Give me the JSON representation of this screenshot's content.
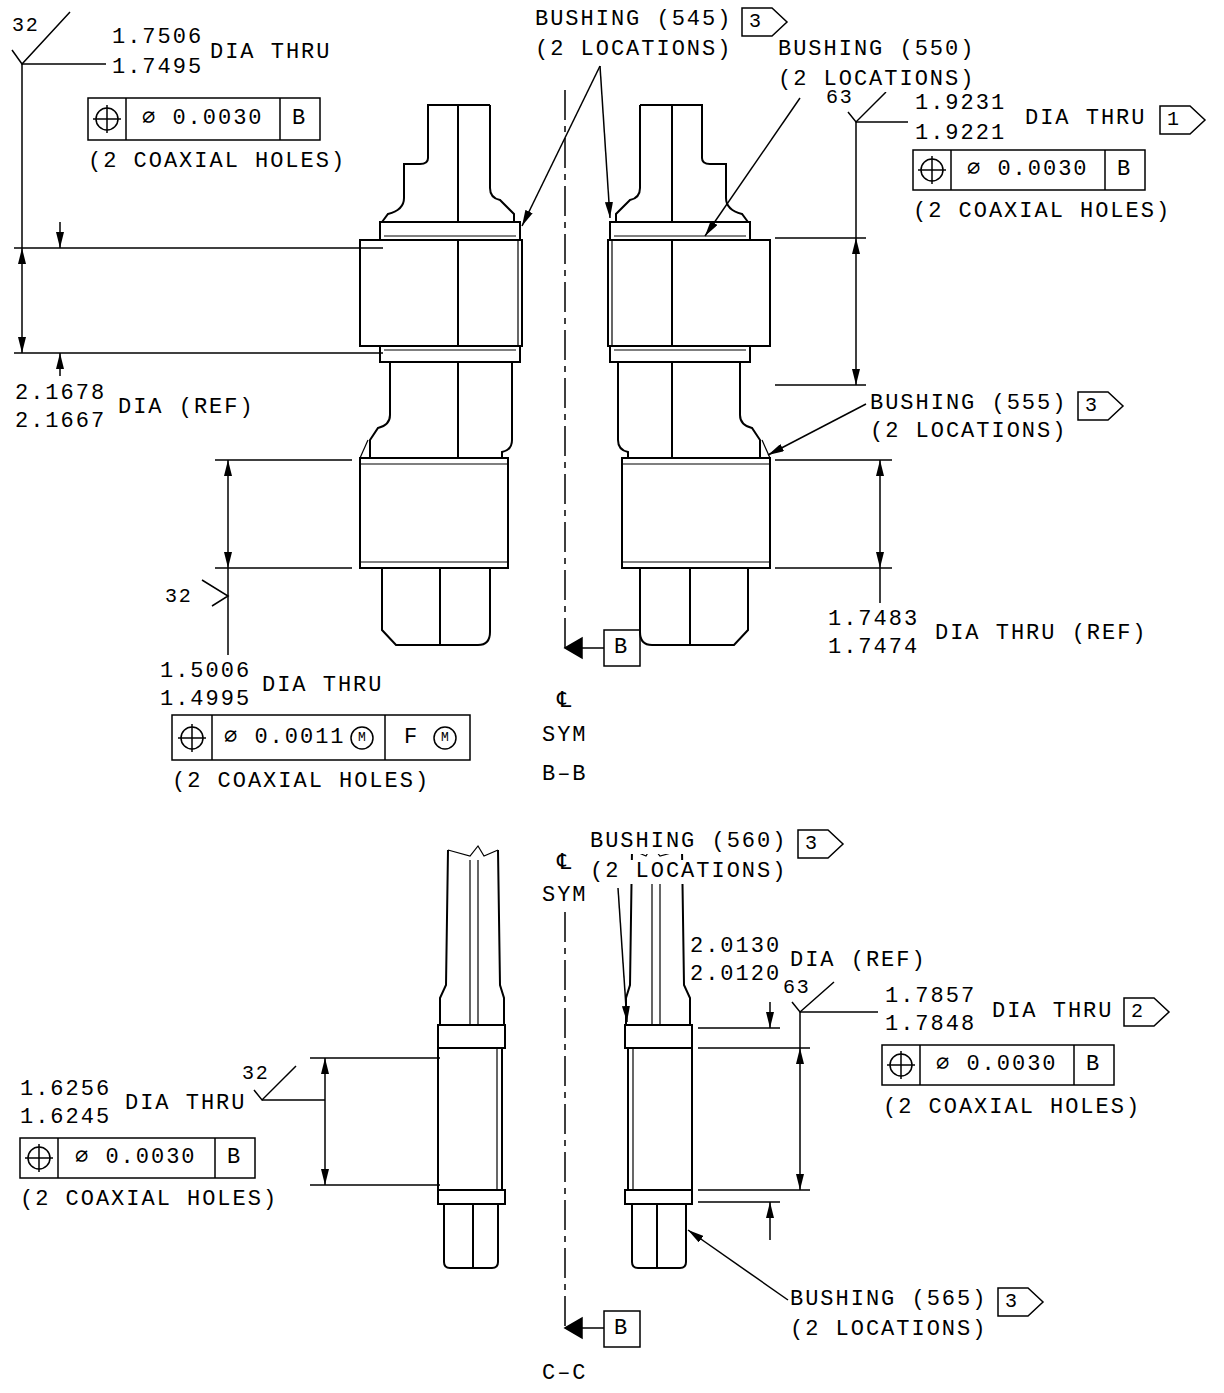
{
  "diagram": {
    "labels": [
      "32",
      "1.7506",
      "1.7495",
      "DIA THRU",
      "∅ 0.0030",
      "B",
      "(2 COAXIAL HOLES)",
      "BUSHING (545)",
      "3",
      "(2 LOCATIONS)",
      "BUSHING (550)",
      "(2 LOCATIONS)",
      "63",
      "1.9231",
      "1.9221",
      "DIA THRU",
      "1",
      "∅ 0.0030",
      "B",
      "(2 COAXIAL HOLES)",
      "2.1678",
      "2.1667",
      "DIA (REF)",
      "BUSHING (555)",
      "3",
      "(2 LOCATIONS)",
      "32",
      "1.5006",
      "1.4995",
      "DIA THRU",
      "∅ 0.0011",
      "M",
      "F",
      "M",
      "(2 COAXIAL HOLES)",
      "1.7483",
      "1.7474",
      "DIA THRU (REF)",
      "B",
      "℄",
      "SYM",
      "B–B",
      "BUSHING (560)",
      "3",
      "(2 LOCATIONS)",
      "℄",
      "SYM",
      "2.0130",
      "2.0120",
      "DIA (REF)",
      "63",
      "1.7857",
      "1.7848",
      "DIA THRU",
      "2",
      "∅ 0.0030",
      "B",
      "(2 COAXIAL HOLES)",
      "32",
      "1.6256",
      "1.6245",
      "DIA THRU",
      "∅ 0.0030",
      "B",
      "(2 COAXIAL HOLES)",
      "BUSHING (565)",
      "3",
      "(2 LOCATIONS)",
      "B",
      "C–C"
    ]
  }
}
